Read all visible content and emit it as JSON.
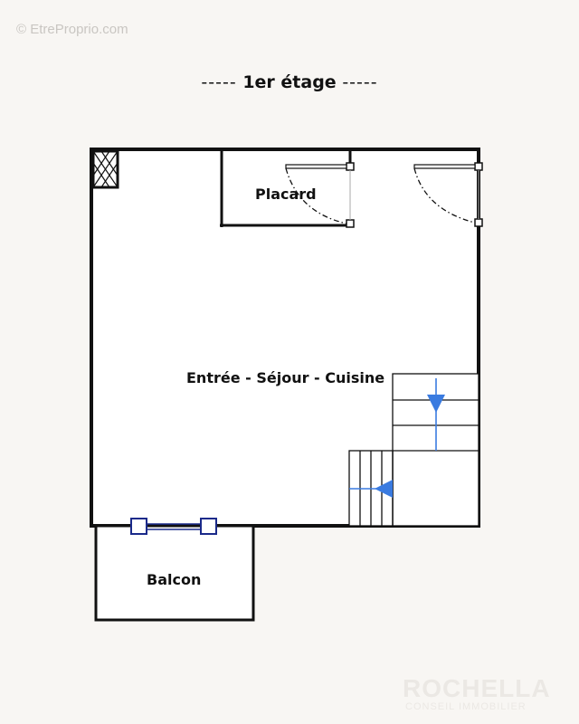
{
  "watermark": "© EtreProprio.com",
  "title": "1er étage",
  "title_dashes": "-----",
  "rooms": {
    "main": "Entrée - Séjour - Cuisine",
    "closet": "Placard",
    "balcony": "Balcon"
  },
  "brand": {
    "name": "ROCHELLA",
    "tagline": "CONSEIL IMMOBILIER"
  },
  "colors": {
    "wall": "#111111",
    "stair_arrow": "#3a7be0",
    "background": "#f8f6f3"
  }
}
